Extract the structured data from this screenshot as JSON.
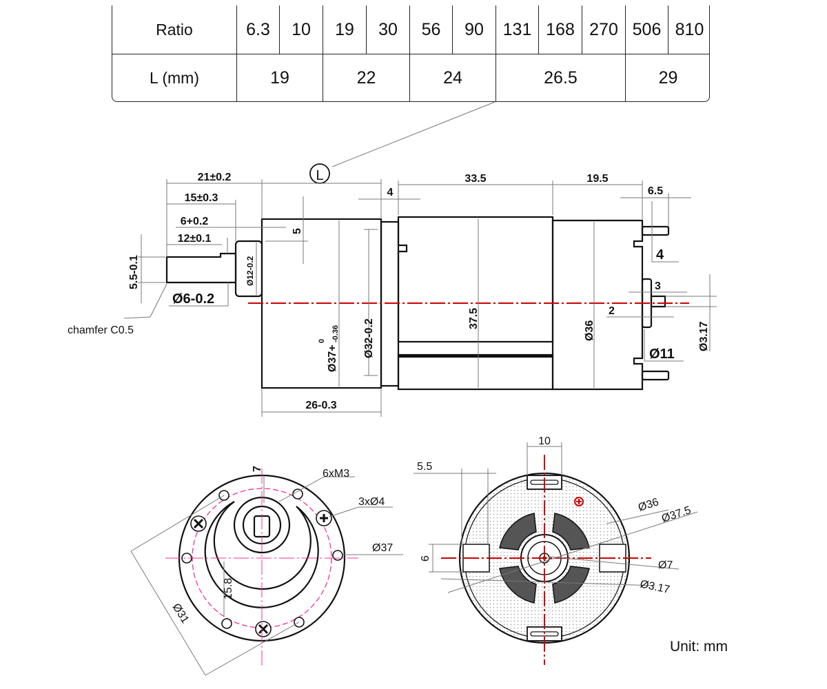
{
  "table": {
    "ratio_label": "Ratio",
    "length_label": "L (mm)",
    "ratios": [
      "6.3",
      "10",
      "19",
      "30",
      "56",
      "90",
      "131",
      "168",
      "270",
      "506",
      "810"
    ],
    "lengths": [
      "19",
      "22",
      "24",
      "26.5",
      "29"
    ]
  },
  "side_view": {
    "L_marker": "L",
    "dim_21": "21±0.2",
    "dim_15": "15±0.3",
    "dim_6": "6+0.2",
    "dim_12": "12±0.1",
    "dim_5_5": "5.5-0.1",
    "dim_d6": "Ø6-0.2",
    "chamfer": "chamfer C0.5",
    "dim_d12": "Ø12-0.2",
    "dim_5": "5",
    "dim_4_top": "4",
    "dim_d37": "Ø37+",
    "dim_d37_tol_top": "0",
    "dim_d37_tol_bottom": "-0.36",
    "dim_d32": "Ø32-0.2",
    "dim_26": "26-0.3",
    "dim_33_5": "33.5",
    "dim_37_5": "37.5",
    "dim_19_5": "19.5",
    "dim_d36": "Ø36",
    "dim_6_5": "6.5",
    "dim_4_term": "4",
    "dim_3": "3",
    "dim_2": "2",
    "dim_d11": "Ø11",
    "dim_d3_17": "Ø3.17"
  },
  "front_view": {
    "dim_7": "7",
    "dim_6xm3": "6xM3",
    "dim_3xd4": "3xØ4",
    "dim_d37": "Ø37",
    "dim_15_8": "15.8",
    "dim_d31": "Ø31"
  },
  "rear_view": {
    "dim_10": "10",
    "dim_5_5": "5.5",
    "dim_d36": "Ø36",
    "dim_d37_5": "Ø37.5",
    "dim_6": "6",
    "dim_d7": "Ø7",
    "dim_d3_17": "Ø3.17"
  },
  "unit_label": "Unit: mm",
  "colors": {
    "centerline": "#cc0000",
    "pitch_circle": "#ee3399",
    "polarity": "#cc0000"
  }
}
